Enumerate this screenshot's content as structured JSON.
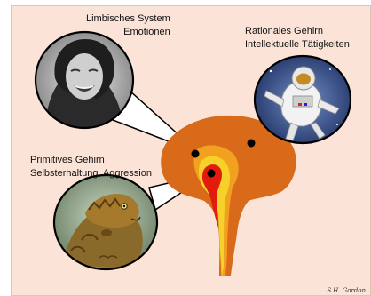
{
  "diagram": {
    "labels": {
      "limbic_title": "Limbisches System",
      "limbic_subtitle": "Emotionen",
      "rational_title": "Rationales Gehirn",
      "rational_subtitle": "Intellektuelle Tätigkeiten",
      "primitive_title": "Primitives Gehirn",
      "primitive_subtitle": "Selbsterhaltung, Aggression"
    },
    "signature": "S.H. Gordon",
    "colors": {
      "background": "#fbe3d7",
      "cortex": "#d86a1a",
      "limbic": "#f1a020",
      "brainstem": "#f5d12a",
      "core": "#e21b0c",
      "bubble_outline": "#000000"
    },
    "icons": {
      "limbic": "laughing-woman-portrait",
      "rational": "astronaut",
      "primitive": "iguana-lizard"
    }
  }
}
